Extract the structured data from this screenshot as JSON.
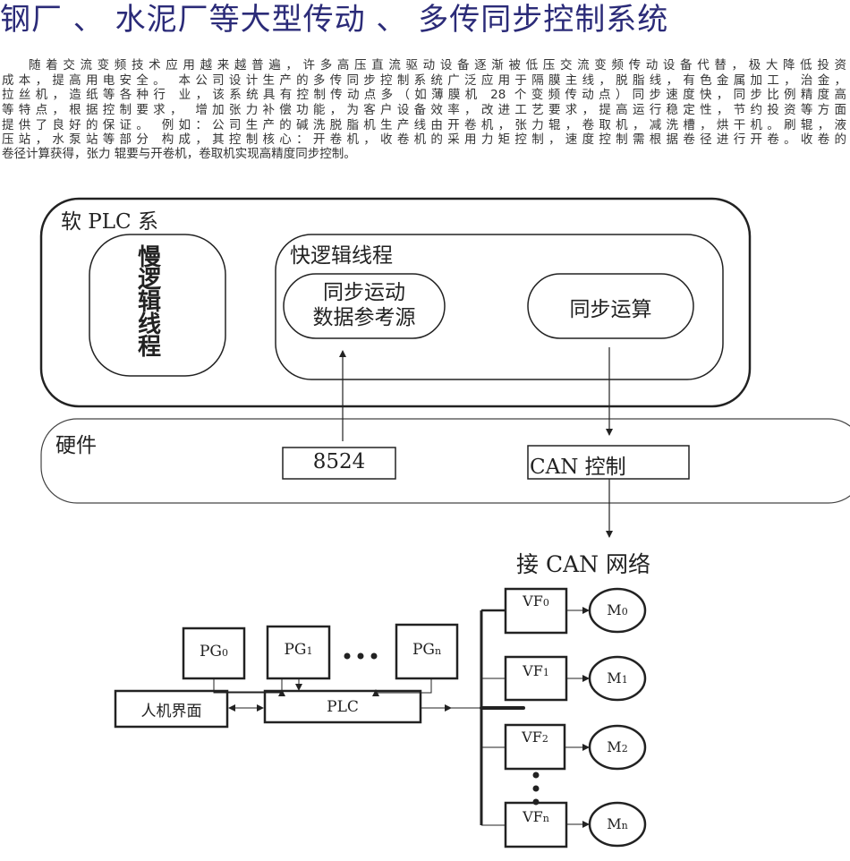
{
  "title": "钢厂 、 水泥厂等大型传动 、 多传同步控制系统",
  "paragraph_lines": [
    "随着交流变频技术应用越来越普遍，许多高压直流驱动设备逐渐被低压交流变频传动设备代替，极大降低投资",
    "成本，提高用电安全。 本公司设计生产的多传同步控制系统广泛应用于隔膜主线，脱脂线，有色金属加工，治金，",
    "拉丝机，造纸等各种行 业，该系统具有控制传动点多（如薄膜机 28 个变频传动点）同步速度快，同步比例精度高",
    "等特点，根据控制要求， 增加张力补偿功能，为客户设备效率，改进工艺要求，提高运行稳定性，节约投资等方面",
    "提供了良好的保证。 例如：公司生产的碱洗脱脂机生产线由开卷机，张力辊，卷取机，减洗槽，烘干机。刷辊，液",
    "压站，水泵站等部分 构成，其控制核心：开卷机，收卷机的采用力矩控制，速度控制需根据卷径进行开卷。收卷的",
    "卷径计算获得，张力 辊要与开卷机，卷取机实现高精度同步控制。"
  ],
  "diagram1": {
    "soft_plc_label": "软 PLC 系",
    "slow_thread": "慢逻辑线程",
    "fast_thread": "快逻辑线程",
    "sync_motion_line1": "同步运动",
    "sync_motion_line2": "数据参考源",
    "sync_calc": "同步运算",
    "hardware_label": "硬件",
    "card_8524": "8524",
    "can_control": "CAN 控制",
    "can_network": "接 CAN 网络"
  },
  "diagram2": {
    "pg": [
      {
        "main": "PG",
        "sub": "0"
      },
      {
        "main": "PG",
        "sub": "1"
      },
      {
        "main": "PG",
        "sub": "n"
      }
    ],
    "hmi": "人机界面",
    "plc": "PLC",
    "vf": [
      {
        "main": "VF",
        "sub": "0"
      },
      {
        "main": "VF",
        "sub": "1"
      },
      {
        "main": "VF",
        "sub": "2"
      },
      {
        "main": "VF",
        "sub": "n"
      }
    ],
    "motors": [
      {
        "main": "M",
        "sub": "0"
      },
      {
        "main": "M",
        "sub": "1"
      },
      {
        "main": "M",
        "sub": "2"
      },
      {
        "main": "M",
        "sub": "n"
      }
    ]
  }
}
